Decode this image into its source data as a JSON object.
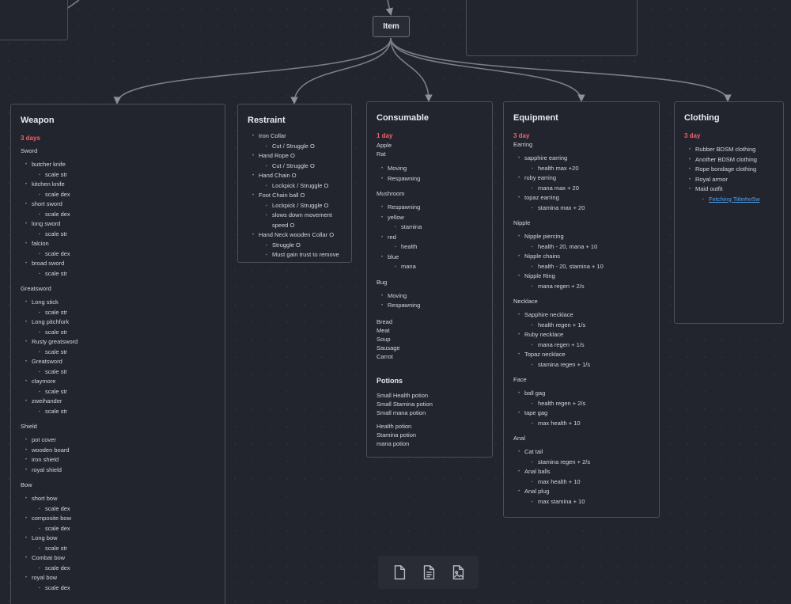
{
  "root": {
    "label": "Item"
  },
  "weapon": {
    "title": "Weapon",
    "days": "3 days",
    "groups": [
      {
        "name": "Sword",
        "items": [
          {
            "name": "butcher knife",
            "sub": [
              "scale str"
            ]
          },
          {
            "name": "kitchen knife",
            "sub": [
              "scale dex"
            ]
          },
          {
            "name": "short sword",
            "sub": [
              "scale dex"
            ]
          },
          {
            "name": "long sword",
            "sub": [
              "scale str"
            ]
          },
          {
            "name": "falcion",
            "sub": [
              "scale dex"
            ]
          },
          {
            "name": "broad sword",
            "sub": [
              "scale str"
            ]
          }
        ]
      },
      {
        "name": "Greatsword",
        "items": [
          {
            "name": "Long stick",
            "sub": [
              "scale str"
            ]
          },
          {
            "name": "Long pitchfork",
            "sub": [
              "scale str"
            ]
          },
          {
            "name": "Rusty greatsword",
            "sub": [
              "scale str"
            ]
          },
          {
            "name": "Greatsword",
            "sub": [
              "scale str"
            ]
          },
          {
            "name": "claymore",
            "sub": [
              "scale str"
            ]
          },
          {
            "name": "zweihander",
            "sub": [
              "scale str"
            ]
          }
        ]
      },
      {
        "name": "Shield",
        "items": [
          {
            "name": "pot cover",
            "sub": []
          },
          {
            "name": "wooden board",
            "sub": []
          },
          {
            "name": "iron shield",
            "sub": []
          },
          {
            "name": "royal shield",
            "sub": []
          }
        ]
      },
      {
        "name": "Bow",
        "items": [
          {
            "name": "short bow",
            "sub": [
              "scale dex"
            ]
          },
          {
            "name": "composite bow",
            "sub": [
              "scale dex"
            ]
          },
          {
            "name": "Long bow",
            "sub": [
              "scale str"
            ]
          },
          {
            "name": "Combat bow",
            "sub": [
              "scale dex"
            ]
          },
          {
            "name": "royal bow",
            "sub": [
              "scale dex"
            ]
          }
        ]
      }
    ]
  },
  "restraint": {
    "title": "Restraint",
    "items": [
      {
        "name": "Iron Collar",
        "sub": [
          "Cut / Struggle O"
        ]
      },
      {
        "name": "Hand Rope O",
        "sub": [
          "Cut / Struggle O"
        ]
      },
      {
        "name": "Hand Chain O",
        "sub": [
          "Lockpick / Struggle O"
        ]
      },
      {
        "name": "Foot Chain ball O",
        "sub": [
          "Lockpick / Struggle O",
          "slows down movement speed O"
        ]
      },
      {
        "name": "Hand Neck wooden Collar O",
        "sub": [
          "Struggle O",
          "Must gain trust to remove"
        ]
      }
    ]
  },
  "consumable": {
    "title": "Consumable",
    "days": "1 day",
    "blocks": [
      {
        "plain": [
          "Apple",
          "Rat"
        ],
        "items": [
          {
            "name": "Moving",
            "sub": []
          },
          {
            "name": "Respawning",
            "sub": []
          }
        ]
      },
      {
        "head": "Mushroom",
        "items": [
          {
            "name": "Respawning",
            "sub": []
          },
          {
            "name": "yellow",
            "sub": [
              "stamina"
            ]
          },
          {
            "name": "red",
            "sub": [
              "health"
            ]
          },
          {
            "name": "blue",
            "sub": [
              "mana"
            ]
          }
        ]
      },
      {
        "head": "Bug",
        "items": [
          {
            "name": "Moving",
            "sub": []
          },
          {
            "name": "Respawning",
            "sub": []
          }
        ]
      },
      {
        "plain": [
          "Bread",
          "Meat",
          "Soup",
          "Sausage",
          "Carrot"
        ]
      }
    ],
    "potions_title": "Potions",
    "potions_small": [
      "Small Health potion",
      "Small Stamina potion",
      "Small mana potion"
    ],
    "potions": [
      "Health potion",
      "Stamina potion",
      "mana potion"
    ]
  },
  "equipment": {
    "title": "Equipment",
    "days": "3 day",
    "groups": [
      {
        "name": "Earring",
        "items": [
          {
            "name": "sapphire earring",
            "sub": [
              "health max +20"
            ]
          },
          {
            "name": "ruby earring",
            "sub": [
              "mana max + 20"
            ]
          },
          {
            "name": "topaz earring",
            "sub": [
              "stamina max + 20"
            ]
          }
        ]
      },
      {
        "name": "Nipple",
        "items": [
          {
            "name": "Nipple piercing",
            "sub": [
              "health - 20, mana + 10"
            ]
          },
          {
            "name": "Nipple chains",
            "sub": [
              "health - 20, stamina + 10"
            ]
          },
          {
            "name": "Nipple Ring",
            "sub": [
              "mana regen + 2/s"
            ]
          }
        ]
      },
      {
        "name": "Necklace",
        "items": [
          {
            "name": "Sapphire necklace",
            "sub": [
              "health regen + 1/s"
            ]
          },
          {
            "name": "Ruby necklace",
            "sub": [
              "mana regen + 1/s"
            ]
          },
          {
            "name": "Topaz necklace",
            "sub": [
              "stamina regen + 1/s"
            ]
          }
        ]
      },
      {
        "name": "Face",
        "items": [
          {
            "name": "ball gag",
            "sub": [
              "health regen + 2/s"
            ]
          },
          {
            "name": "tape gag",
            "sub": [
              "max health + 10"
            ]
          }
        ]
      },
      {
        "name": "Anal",
        "items": [
          {
            "name": "Cat tail",
            "sub": [
              "stamina regen + 2/s"
            ]
          },
          {
            "name": "Anal balls",
            "sub": [
              "max health + 10"
            ]
          },
          {
            "name": "Anal plug",
            "sub": [
              "max stamina + 10"
            ]
          }
        ]
      }
    ]
  },
  "clothing": {
    "title": "Clothing",
    "days": "3 day",
    "items": [
      {
        "name": "Rubber BDSM clothing",
        "sub": []
      },
      {
        "name": "Another BDSM clothing",
        "sub": []
      },
      {
        "name": "Rope bondage clothing",
        "sub": []
      },
      {
        "name": "Royal armor",
        "sub": []
      },
      {
        "name": "Maid outfit",
        "sub": [],
        "link": "Fetching Title#xr5w"
      }
    ]
  },
  "toolbar": {
    "icons": [
      "file-icon",
      "document-text-icon",
      "image-file-icon"
    ]
  },
  "colors": {
    "background": "#23252e",
    "card_border": "#4c4f5a",
    "days_accent": "#f0626a",
    "link": "#4ea1ef",
    "edge": "#7b7e88"
  }
}
